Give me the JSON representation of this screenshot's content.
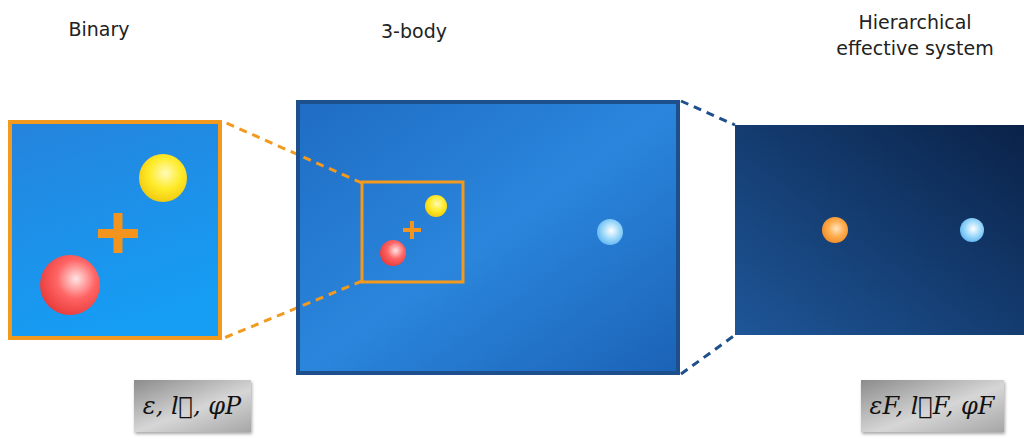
{
  "diagram": {
    "nodes": [
      {
        "text": [
          "Binary"
        ]
      },
      {
        "text": [
          "3-body"
        ]
      },
      {
        "text": [
          "Hierarchical effective system"
        ]
      },
      {
        "text": [
          "ε, l⃗, φP"
        ]
      },
      {
        "text": [
          "εF, l⃗F, φF"
        ]
      }
    ]
  }
}
